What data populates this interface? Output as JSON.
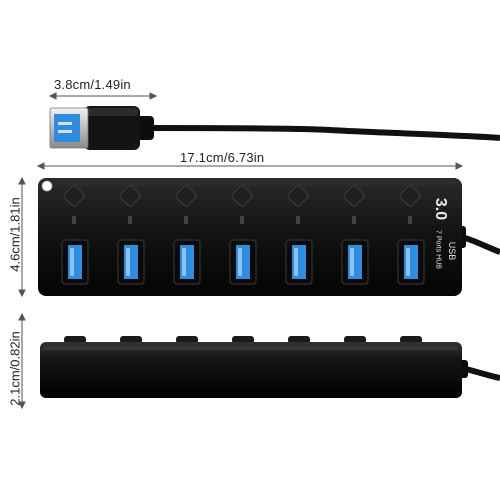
{
  "dimensions": {
    "plug_width": "3.8cm/1.49in",
    "hub_length": "17.1cm/6.73in",
    "hub_width": "4.6cm/1.81in",
    "hub_height": "2.1cm/0.82in"
  },
  "hub": {
    "version_label": "3.0",
    "usb_label": "USB",
    "ports_label": "7 Ports HUB",
    "port_count": 7
  },
  "colors": {
    "hub_body": "#111111",
    "port_blue": "#2f8de0",
    "dimension_line": "#555555"
  }
}
